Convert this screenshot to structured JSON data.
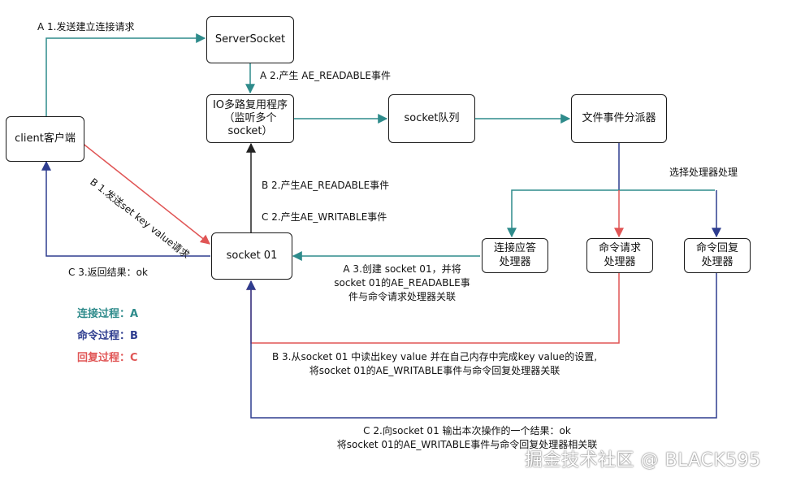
{
  "colors": {
    "connect": "#2e8b8b",
    "command": "#2e3d8f",
    "reply": "#e05555",
    "neutral": "#222222"
  },
  "nodes": {
    "server_socket": "ServerSocket",
    "io_multiplex": "IO多路复用程序（监听多个socket）",
    "socket_queue": "socket队列",
    "dispatcher": "文件事件分派器",
    "client": "client客户端",
    "socket01": "socket 01",
    "accept_handler": "连接应答处理器",
    "request_handler": "命令请求处理器",
    "reply_handler": "命令回复处理器"
  },
  "edge_labels": {
    "a1": "A 1.发送建立连接请求",
    "a2": "A 2.产生 AE_READABLE事件",
    "b1": "B 1.发送set key value请求",
    "b2": "B 2.产生AE_READABLE事件",
    "c2_event": "C 2.产生AE_WRITABLE事件",
    "select": "选择处理器处理",
    "c3": "C 3.返回结果：ok",
    "a3_line1": "A 3.创建 socket 01，并将",
    "a3_line2": "socket 01的AE_READABLE事",
    "a3_line3": "件与命令请求处理器关联",
    "b3_line1": "B 3.从socket 01 中读出key value 并在自己内存中完成key value的设置,",
    "b3_line2": "将socket 01的AE_WRITABLE事件与命令回复处理器关联",
    "c2_line1": "C 2.向socket 01 输出本次操作的一个结果：ok",
    "c2_line2": "将socket 01的AE_WRITABLE事件与命令回复处理器相关联"
  },
  "legend": {
    "connect": "连接过程：A",
    "command": "命令过程：B",
    "reply": "回复过程：C"
  },
  "watermark": "掘金技术社区 @ BLACK595"
}
